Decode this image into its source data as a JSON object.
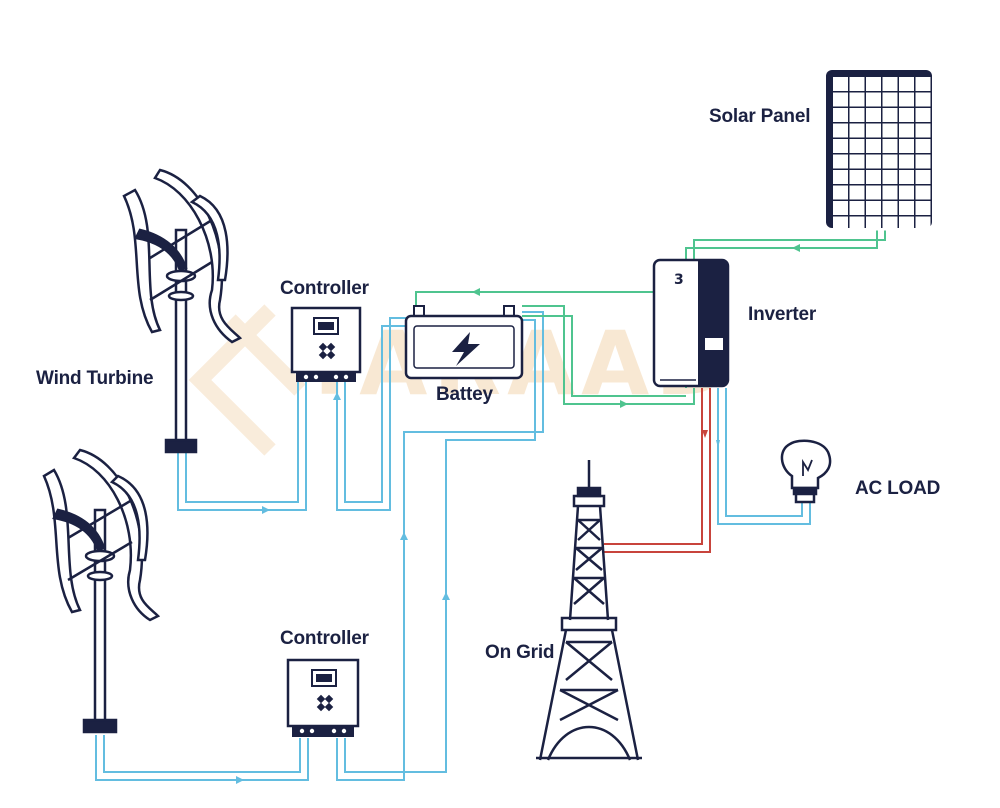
{
  "labels": {
    "solar_panel": "Solar Panel",
    "controller_top": "Controller",
    "controller_bottom": "Controller",
    "inverter": "Inverter",
    "wind_turbine": "Wind Turbine",
    "battery": "Battey",
    "ac_load": "AC LOAD",
    "on_grid": "On Grid"
  },
  "watermark": "TARAAD",
  "colors": {
    "line_blue": "#63bde0",
    "line_green": "#4fc48f",
    "line_red": "#c8443c",
    "outline": "#1b2142",
    "label": "#1b2142",
    "watermark": "#f3d6b0"
  }
}
